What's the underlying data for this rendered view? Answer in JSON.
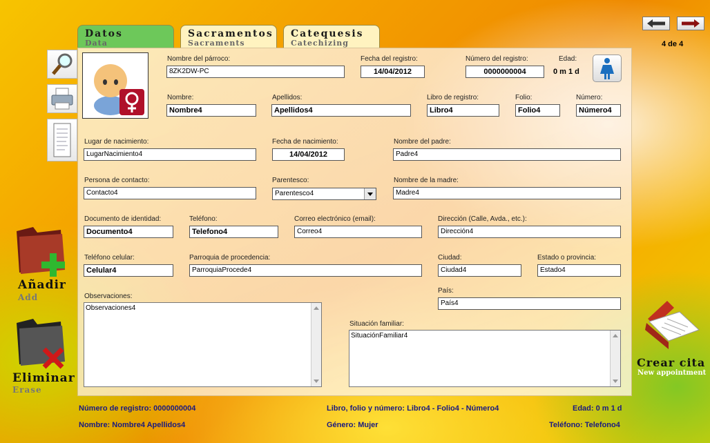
{
  "nav": {
    "record_counter": "4 de 4"
  },
  "tabs": [
    {
      "title": "Datos",
      "subtitle": "Data"
    },
    {
      "title": "Sacramentos",
      "subtitle": "Sacraments"
    },
    {
      "title": "Catequesis",
      "subtitle": "Catechizing"
    }
  ],
  "form": {
    "parroco_label": "Nombre del párroco:",
    "parroco_value": "8ZK2DW-PC",
    "fecha_registro_label": "Fecha del registro:",
    "fecha_registro_value": "14/04/2012",
    "numero_registro_label": "Número del registro:",
    "numero_registro_value": "0000000004",
    "edad_label": "Edad:",
    "edad_value": "0 m 1 d",
    "nombre_label": "Nombre:",
    "nombre_value": "Nombre4",
    "apellidos_label": "Apellidos:",
    "apellidos_value": "Apellidos4",
    "libro_label": "Libro de registro:",
    "libro_value": "Libro4",
    "folio_label": "Folio:",
    "folio_value": "Folio4",
    "numero_label": "Número:",
    "numero_value": "Número4",
    "lugar_label": "Lugar de nacimiento:",
    "lugar_value": "LugarNacimiento4",
    "fecha_nac_label": "Fecha de nacimiento:",
    "fecha_nac_value": "14/04/2012",
    "padre_label": "Nombre del padre:",
    "padre_value": "Padre4",
    "contacto_label": "Persona de contacto:",
    "contacto_value": "Contacto4",
    "parentesco_label": "Parentesco:",
    "parentesco_value": "Parentesco4",
    "madre_label": "Nombre de la madre:",
    "madre_value": "Madre4",
    "documento_label": "Documento de identidad:",
    "documento_value": "Documento4",
    "telefono_label": "Teléfono:",
    "telefono_value": "Telefono4",
    "correo_label": "Correo electrónico (email):",
    "correo_value": "Correo4",
    "direccion_label": "Dirección (Calle, Avda., etc.):",
    "direccion_value": "Dirección4",
    "celular_label": "Teléfono celular:",
    "celular_value": "Celular4",
    "parroquia_label": "Parroquia de procedencia:",
    "parroquia_value": "ParroquiaProcede4",
    "ciudad_label": "Ciudad:",
    "ciudad_value": "Ciudad4",
    "estado_label": "Estado o provincia:",
    "estado_value": "Estado4",
    "pais_label": "País:",
    "pais_value": "País4",
    "observaciones_label": "Observaciones:",
    "observaciones_value": "Observaciones4",
    "situacion_label": "Situación familiar:",
    "situacion_value": "SituaciónFamiliar4"
  },
  "actions": {
    "add_title": "Añadir",
    "add_subtitle": "Add",
    "erase_title": "Eliminar",
    "erase_subtitle": "Erase",
    "appointment_title": "Crear cita",
    "appointment_subtitle": "New appointment"
  },
  "footer": {
    "registro": "Número de registro: 0000000004",
    "libro": "Libro, folio y número: Libro4 - Folio4 - Número4",
    "edad": "Edad: 0 m 1 d",
    "nombre": "Nombre: Nombre4 Apellidos4",
    "genero": "Género: Mujer",
    "telefono": "Teléfono: Telefono4"
  },
  "colors": {
    "tab_active": "#6dc85a",
    "tab_inactive": "#fff3c0",
    "gender_icon": "#b0102a",
    "footer_text": "#1a1a80"
  }
}
